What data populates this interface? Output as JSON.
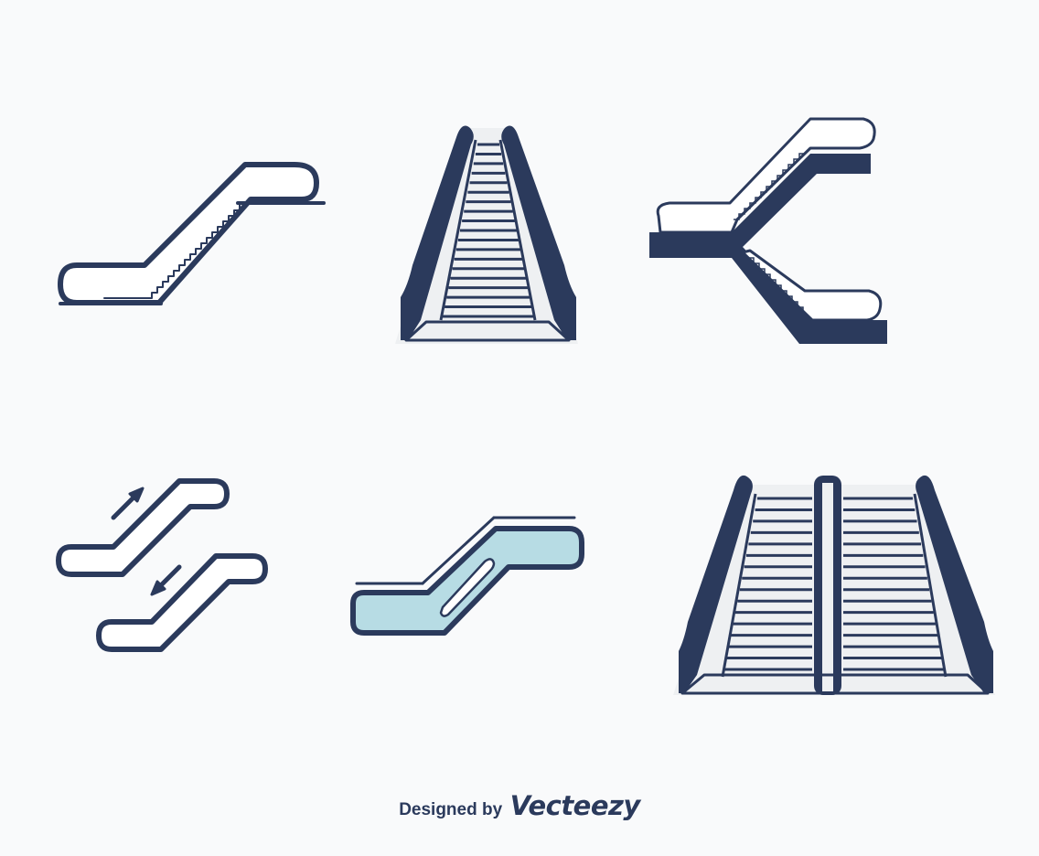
{
  "page": {
    "background": "#f9fafb"
  },
  "palette": {
    "navy": "#2b3a5c",
    "light_blue": "#b7dce4",
    "step": "#eef0f2",
    "white": "#ffffff"
  },
  "icons": [
    {
      "id": "escalator-side-outline",
      "name": "escalator-side-outline-icon"
    },
    {
      "id": "escalator-front-single",
      "name": "escalator-front-single-icon"
    },
    {
      "id": "escalator-split-levels",
      "name": "escalator-split-levels-icon"
    },
    {
      "id": "escalator-up-down-arrows",
      "name": "escalator-up-down-arrows-icon"
    },
    {
      "id": "escalator-side-filled",
      "name": "escalator-side-filled-icon"
    },
    {
      "id": "escalator-front-double",
      "name": "escalator-front-double-icon"
    }
  ],
  "credit": {
    "prefix": "Designed by",
    "brand": "Vecteezy"
  }
}
